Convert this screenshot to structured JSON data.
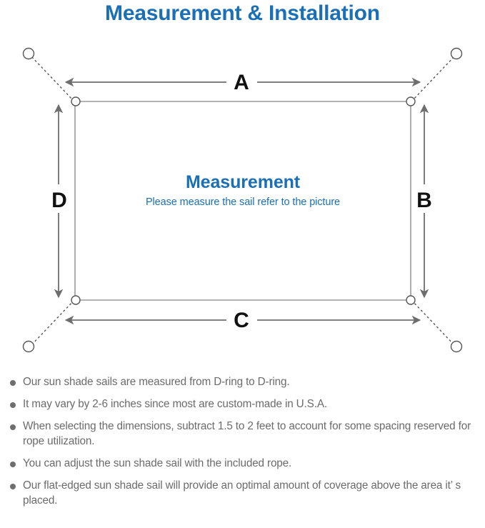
{
  "page": {
    "title": "Measurement & Installation"
  },
  "diagram": {
    "center_title": "Measurement",
    "center_subtitle": "Please measure the sail refer to the picture",
    "labels": {
      "top": "A",
      "right": "B",
      "bottom": "C",
      "left": "D"
    },
    "colors": {
      "accent_blue": "#1a6fb5",
      "line_gray": "#6e6e6e",
      "sail_outline": "#8a8a8a",
      "label_black": "#111111",
      "bullet_text": "#6b6b6b"
    },
    "parts": {
      "d_ring": "d-ring",
      "anchor_point": "anchor-point",
      "rope": "rope-dotted-line",
      "sail": "shade-sail-rectangle"
    }
  },
  "notes": [
    "Our sun shade sails are measured from D-ring to D-ring.",
    "It may vary by 2-6 inches since most are custom-made in U.S.A.",
    "When selecting the dimensions, subtract 1.5 to 2 feet to account for some spacing reserved for rope utilization.",
    "You can adjust the sun shade sail with the included rope.",
    "Our flat-edged sun shade sail will provide an optimal amount of coverage above the area it’ s placed."
  ]
}
